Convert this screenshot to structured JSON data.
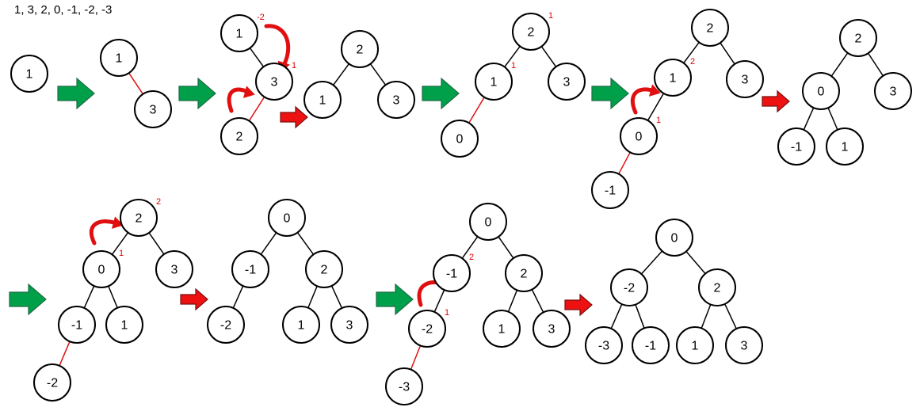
{
  "sequence_label": "1, 3, 2, 0, -1, -2, -3",
  "colors": {
    "step_arrow": "#00a04a",
    "step_arrow_stroke": "#1e6b45",
    "rebalance_arrow": "#ee1111",
    "rebalance_arrow_stroke": "#7a1010",
    "new_edge": "#e01010",
    "rotation_arrow": "#e01010",
    "balance_factor": "#e00000"
  },
  "trees": [
    {
      "name": "tree-1",
      "nodes": [
        {
          "id": "a",
          "label": "1"
        }
      ],
      "edges": []
    },
    {
      "name": "tree-2",
      "nodes": [
        {
          "id": "a",
          "label": "1"
        },
        {
          "id": "b",
          "label": "3"
        }
      ],
      "edges": [
        {
          "from": "a",
          "to": "b",
          "new": true
        }
      ]
    },
    {
      "name": "tree-3",
      "nodes": [
        {
          "id": "a",
          "label": "1",
          "bf": "-2"
        },
        {
          "id": "b",
          "label": "3",
          "bf": "1"
        },
        {
          "id": "c",
          "label": "2"
        }
      ],
      "edges": [
        {
          "from": "a",
          "to": "b"
        },
        {
          "from": "b",
          "to": "c",
          "new": true
        }
      ]
    },
    {
      "name": "tree-4",
      "nodes": [
        {
          "id": "r",
          "label": "2"
        },
        {
          "id": "l",
          "label": "1"
        },
        {
          "id": "rr",
          "label": "3"
        }
      ],
      "edges": [
        {
          "from": "r",
          "to": "l"
        },
        {
          "from": "r",
          "to": "rr"
        }
      ]
    },
    {
      "name": "tree-5",
      "nodes": [
        {
          "id": "r",
          "label": "2",
          "bf": "1"
        },
        {
          "id": "l",
          "label": "1",
          "bf": "1"
        },
        {
          "id": "rr",
          "label": "3"
        },
        {
          "id": "ll",
          "label": "0"
        }
      ],
      "edges": [
        {
          "from": "r",
          "to": "l"
        },
        {
          "from": "r",
          "to": "rr"
        },
        {
          "from": "l",
          "to": "ll",
          "new": true
        }
      ]
    },
    {
      "name": "tree-6",
      "nodes": [
        {
          "id": "r",
          "label": "2"
        },
        {
          "id": "l",
          "label": "1",
          "bf": "2"
        },
        {
          "id": "rr",
          "label": "3"
        },
        {
          "id": "ll",
          "label": "0",
          "bf": "1"
        },
        {
          "id": "lll",
          "label": "-1"
        }
      ],
      "edges": [
        {
          "from": "r",
          "to": "l"
        },
        {
          "from": "r",
          "to": "rr"
        },
        {
          "from": "l",
          "to": "ll"
        },
        {
          "from": "ll",
          "to": "lll",
          "new": true
        }
      ]
    },
    {
      "name": "tree-7",
      "nodes": [
        {
          "id": "r",
          "label": "2"
        },
        {
          "id": "l",
          "label": "0"
        },
        {
          "id": "rr",
          "label": "3"
        },
        {
          "id": "ll",
          "label": "-1"
        },
        {
          "id": "lr",
          "label": "1"
        }
      ],
      "edges": [
        {
          "from": "r",
          "to": "l"
        },
        {
          "from": "r",
          "to": "rr"
        },
        {
          "from": "l",
          "to": "ll"
        },
        {
          "from": "l",
          "to": "lr"
        }
      ]
    },
    {
      "name": "tree-8",
      "nodes": [
        {
          "id": "r",
          "label": "2",
          "bf": "2"
        },
        {
          "id": "l",
          "label": "0",
          "bf": "1"
        },
        {
          "id": "rr",
          "label": "3"
        },
        {
          "id": "ll",
          "label": "-1"
        },
        {
          "id": "lr",
          "label": "1"
        },
        {
          "id": "lll",
          "label": "-2"
        }
      ],
      "edges": [
        {
          "from": "r",
          "to": "l"
        },
        {
          "from": "r",
          "to": "rr"
        },
        {
          "from": "l",
          "to": "ll"
        },
        {
          "from": "l",
          "to": "lr"
        },
        {
          "from": "ll",
          "to": "lll",
          "new": true
        }
      ]
    },
    {
      "name": "tree-9",
      "nodes": [
        {
          "id": "r",
          "label": "0"
        },
        {
          "id": "l",
          "label": "-1"
        },
        {
          "id": "rr",
          "label": "2"
        },
        {
          "id": "ll",
          "label": "-2"
        },
        {
          "id": "rl",
          "label": "1"
        },
        {
          "id": "rrr",
          "label": "3"
        }
      ],
      "edges": [
        {
          "from": "r",
          "to": "l"
        },
        {
          "from": "r",
          "to": "rr"
        },
        {
          "from": "l",
          "to": "ll"
        },
        {
          "from": "rr",
          "to": "rl"
        },
        {
          "from": "rr",
          "to": "rrr"
        }
      ]
    },
    {
      "name": "tree-10",
      "nodes": [
        {
          "id": "r",
          "label": "0"
        },
        {
          "id": "l",
          "label": "-1",
          "bf": "2"
        },
        {
          "id": "rr",
          "label": "2"
        },
        {
          "id": "ll",
          "label": "-2",
          "bf": "1"
        },
        {
          "id": "rl",
          "label": "1"
        },
        {
          "id": "rrr",
          "label": "3"
        },
        {
          "id": "lll",
          "label": "-3"
        }
      ],
      "edges": [
        {
          "from": "r",
          "to": "l"
        },
        {
          "from": "r",
          "to": "rr"
        },
        {
          "from": "l",
          "to": "ll"
        },
        {
          "from": "rr",
          "to": "rl"
        },
        {
          "from": "rr",
          "to": "rrr"
        },
        {
          "from": "ll",
          "to": "lll",
          "new": true
        }
      ]
    },
    {
      "name": "tree-11",
      "nodes": [
        {
          "id": "r",
          "label": "0"
        },
        {
          "id": "l",
          "label": "-2"
        },
        {
          "id": "rr",
          "label": "2"
        },
        {
          "id": "ll",
          "label": "-3"
        },
        {
          "id": "lr",
          "label": "-1"
        },
        {
          "id": "rl",
          "label": "1"
        },
        {
          "id": "rrr",
          "label": "3"
        }
      ],
      "edges": [
        {
          "from": "r",
          "to": "l"
        },
        {
          "from": "r",
          "to": "rr"
        },
        {
          "from": "l",
          "to": "ll"
        },
        {
          "from": "l",
          "to": "lr"
        },
        {
          "from": "rr",
          "to": "rl"
        },
        {
          "from": "rr",
          "to": "rrr"
        }
      ]
    }
  ],
  "arrows": [
    {
      "kind": "insert"
    },
    {
      "kind": "insert"
    },
    {
      "kind": "rebalance"
    },
    {
      "kind": "insert"
    },
    {
      "kind": "insert"
    },
    {
      "kind": "rebalance"
    },
    {
      "kind": "insert"
    },
    {
      "kind": "rebalance"
    },
    {
      "kind": "insert"
    },
    {
      "kind": "rebalance"
    }
  ],
  "rotations": [
    {
      "name": "rotation-left-on-1"
    },
    {
      "name": "rotation-right-on-3"
    },
    {
      "name": "rotation-right-on-1"
    },
    {
      "name": "rotation-right-on-2"
    },
    {
      "name": "rotation-right-on-minus-1"
    }
  ]
}
